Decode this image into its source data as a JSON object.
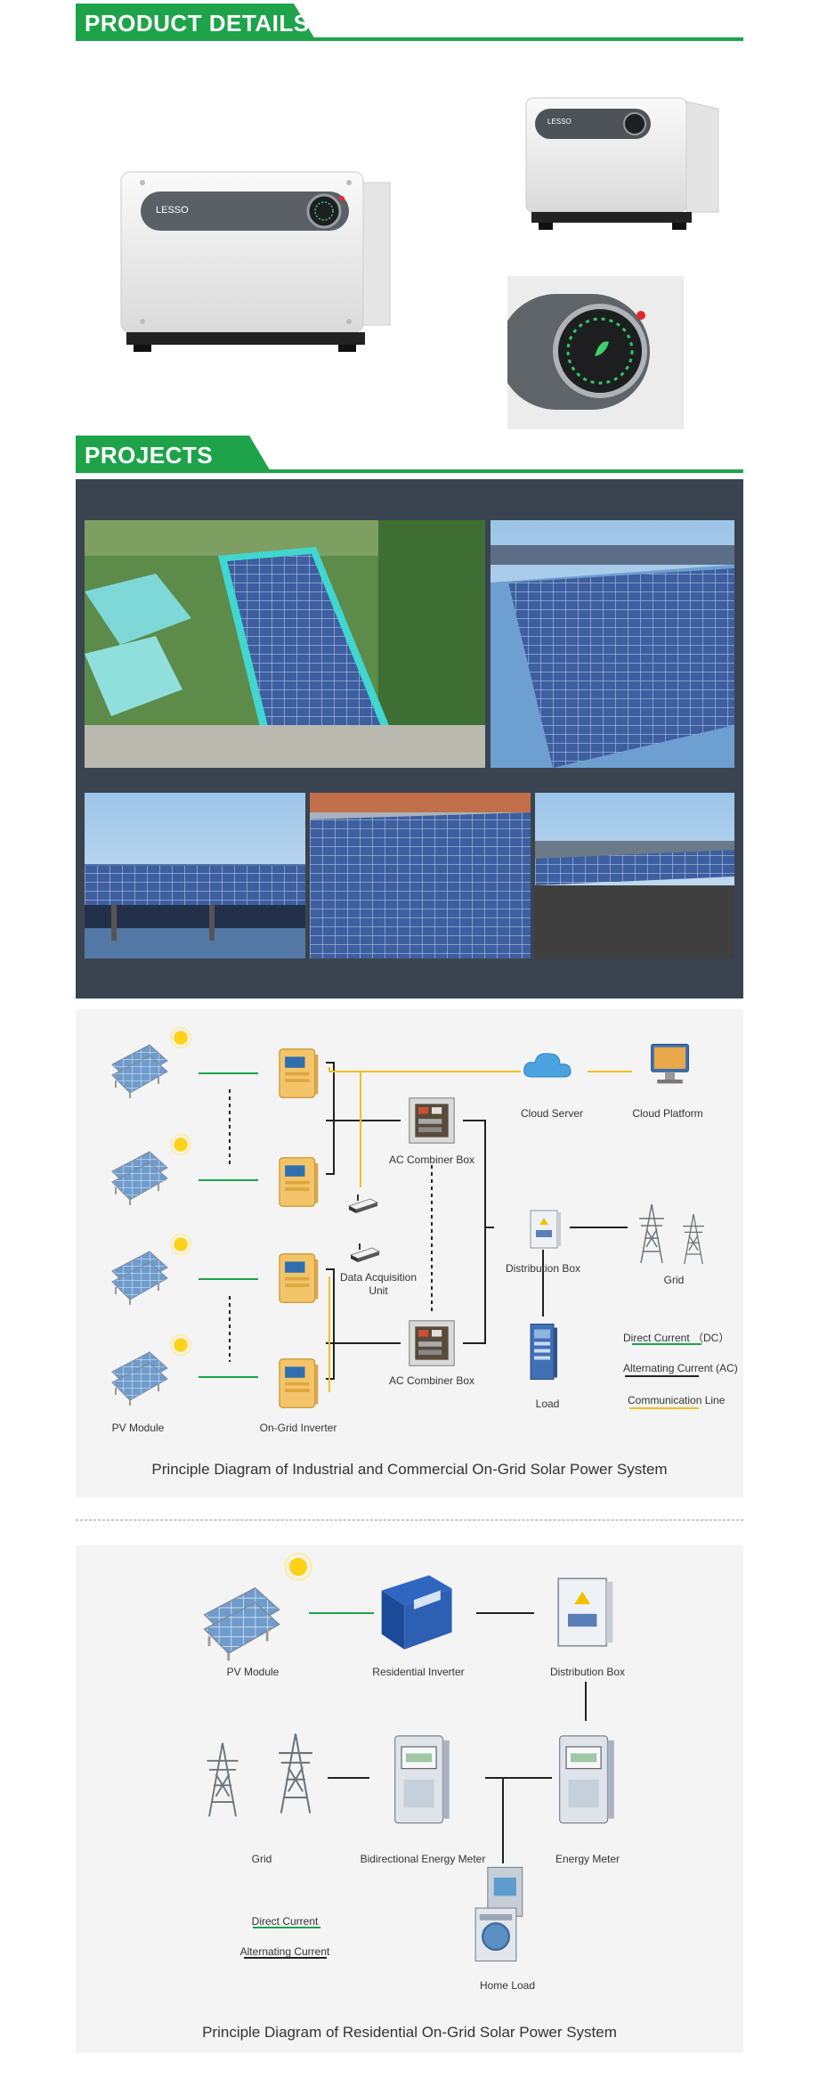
{
  "sections": {
    "product_details": "PRODUCT DETAILS",
    "projects": "PROJECTS"
  },
  "product": {
    "brand": "LESSO"
  },
  "colors": {
    "brand_green": "#1ea34a",
    "dc_line": "#1ea34a",
    "ac_line": "#222222",
    "comm_line": "#f0c020",
    "projects_bg": "#3a4450"
  },
  "diagram1": {
    "labels": {
      "pv_module": "PV Module",
      "on_grid_inverter": "On-Grid Inverter",
      "ac_combiner_top": "AC Combiner Box",
      "ac_combiner_bottom": "AC Combiner Box",
      "data_acquisition": "Data Acquisition Unit",
      "cloud_server": "Cloud Server",
      "cloud_platform": "Cloud Platform",
      "distribution_box": "Distribution Box",
      "grid": "Grid",
      "load": "Load"
    },
    "legend": {
      "dc": "Direct Current （DC）",
      "ac": "Alternating Current (AC)",
      "comm": "Communication Line"
    },
    "caption": "Principle Diagram of Industrial and Commercial On-Grid Solar Power System"
  },
  "diagram2": {
    "labels": {
      "pv_module": "PV Module",
      "residential_inverter": "Residential Inverter",
      "distribution_box": "Distribution Box",
      "grid": "Grid",
      "bidirectional_meter": "Bidirectional Energy Meter",
      "energy_meter": "Energy Meter",
      "home_load": "Home Load"
    },
    "legend": {
      "dc": "Direct Current",
      "ac": "Alternating Current"
    },
    "caption": "Principle Diagram of Residential On-Grid Solar Power System"
  }
}
